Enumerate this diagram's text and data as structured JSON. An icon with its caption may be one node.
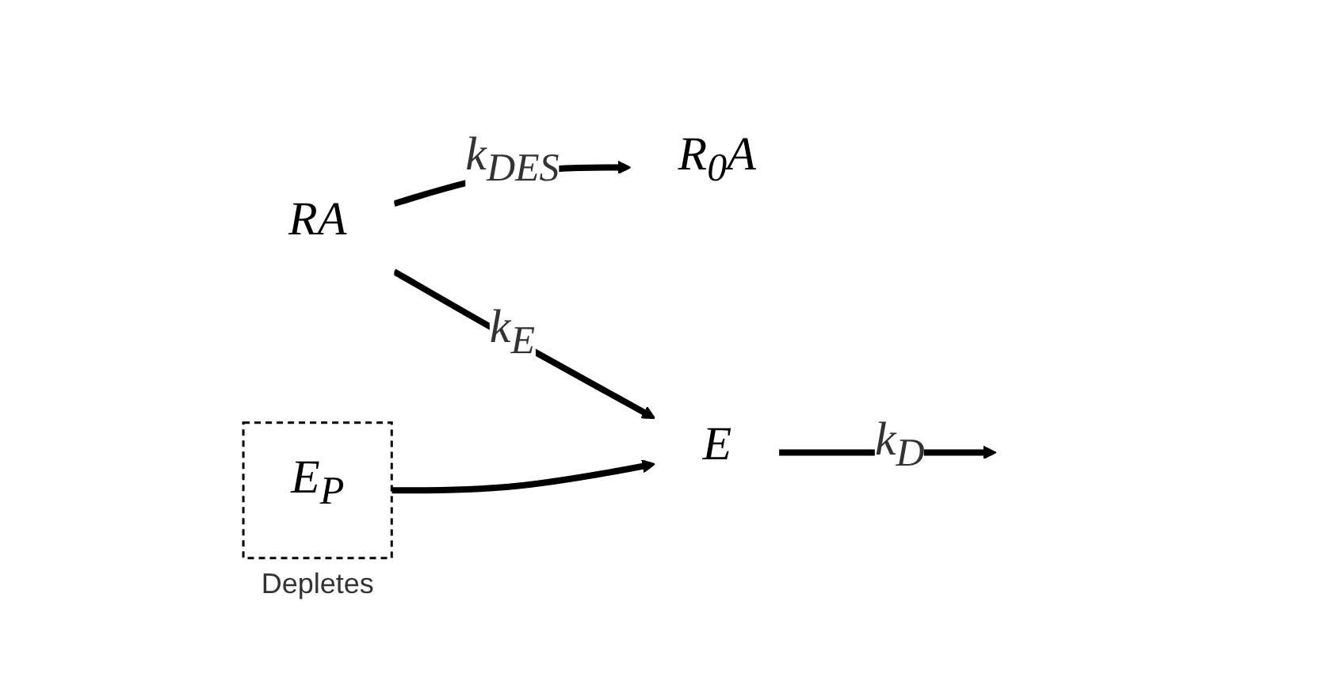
{
  "diagram": {
    "nodes": [
      {
        "text": [
          "RA"
        ]
      },
      {
        "text": [
          "R$_{0}$A"
        ]
      },
      {
        "text": [
          "E$_{P}$"
        ],
        "beside": [
          "Depletes"
        ]
      },
      {
        "text": [
          "E"
        ]
      }
    ],
    "edges": [
      {
        "from": 0,
        "to": 1,
        "arrow": "to",
        "label": "k$_{DES}$"
      },
      {
        "from": 0,
        "to": 3,
        "arrow": "to",
        "label": "k$_{E}$"
      },
      {
        "from": 2,
        "to": 3,
        "arrow": "to"
      },
      {
        "from": 3,
        "to": null,
        "arrow": "to",
        "label": "k$_{D}$"
      }
    ]
  }
}
